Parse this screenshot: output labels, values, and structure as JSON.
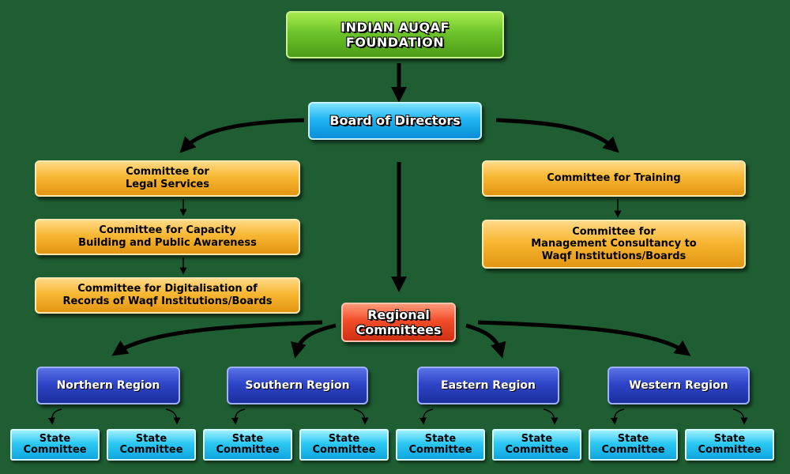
{
  "colors": {
    "background": "#1f5e33",
    "title_green": "#6cc42a",
    "board_blue": "#1fb6f2",
    "committee_orange": "#f8b733",
    "regional_red": "#f24d2a",
    "region_navy": "#2e45c8",
    "state_cyan": "#2cc8f4"
  },
  "nodes": {
    "foundation": "INDIAN AUQAF\nFOUNDATION",
    "board": "Board of Directors",
    "legal": "Committee for\nLegal Services",
    "capacity": "Committee for Capacity\nBuilding and Public Awareness",
    "digital": "Committee for Digitalisation of\nRecords of Waqf Institutions/Boards",
    "training": "Committee for Training",
    "consultancy": "Committee for\nManagement Consultancy to\nWaqf Institutions/Boards",
    "regional": "Regional\nCommittees",
    "regions": [
      "Northern Region",
      "Southern Region",
      "Eastern Region",
      "Western Region"
    ],
    "state_label": "State\nCommittee"
  }
}
